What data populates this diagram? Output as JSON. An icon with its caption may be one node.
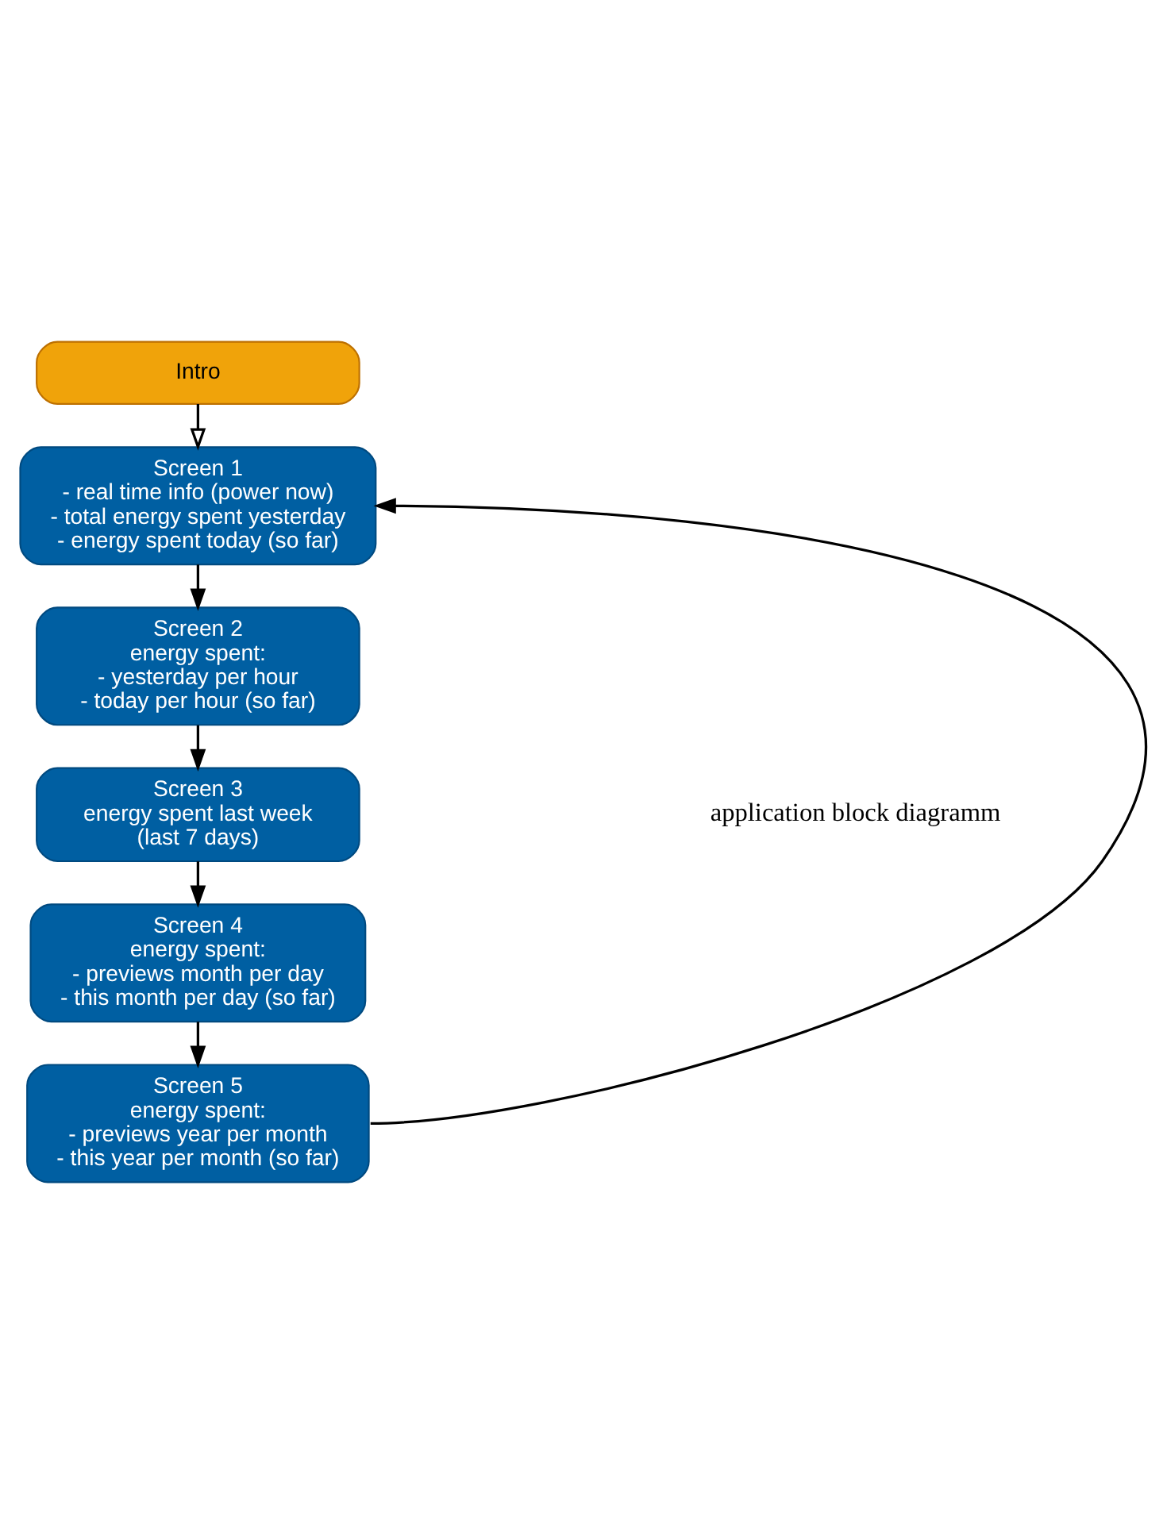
{
  "diagram": {
    "nodes": [
      {
        "text": [
          "Intro"
        ]
      },
      {
        "text": [
          "Screen 1",
          "- real time info (power now)",
          "- total energy spent yesterday",
          "- energy spent today (so far)"
        ]
      },
      {
        "text": [
          "Screen 2",
          "energy spent:",
          "- yesterday per hour",
          "- today per hour (so far)"
        ]
      },
      {
        "text": [
          "Screen 3",
          "energy spent last week",
          "(last 7 days)"
        ]
      },
      {
        "text": [
          "Screen 4",
          "energy spent:",
          "- previews month per day",
          "- this month per day (so far)"
        ]
      },
      {
        "text": [
          "Screen 5",
          "energy spent:",
          "- previews year per month",
          "- this year per month (so far)"
        ]
      }
    ],
    "edges": [
      {
        "from": 0,
        "to": 1,
        "arrow": "to"
      },
      {
        "from": 1,
        "to": 2,
        "arrow": "to"
      },
      {
        "from": 2,
        "to": 3,
        "arrow": "to"
      },
      {
        "from": 3,
        "to": 4,
        "arrow": "to"
      },
      {
        "from": 4,
        "to": 5,
        "arrow": "to"
      },
      {
        "from": 5,
        "to": 1,
        "arrow": "to"
      }
    ],
    "labels": [
      "application block diagramm"
    ]
  }
}
